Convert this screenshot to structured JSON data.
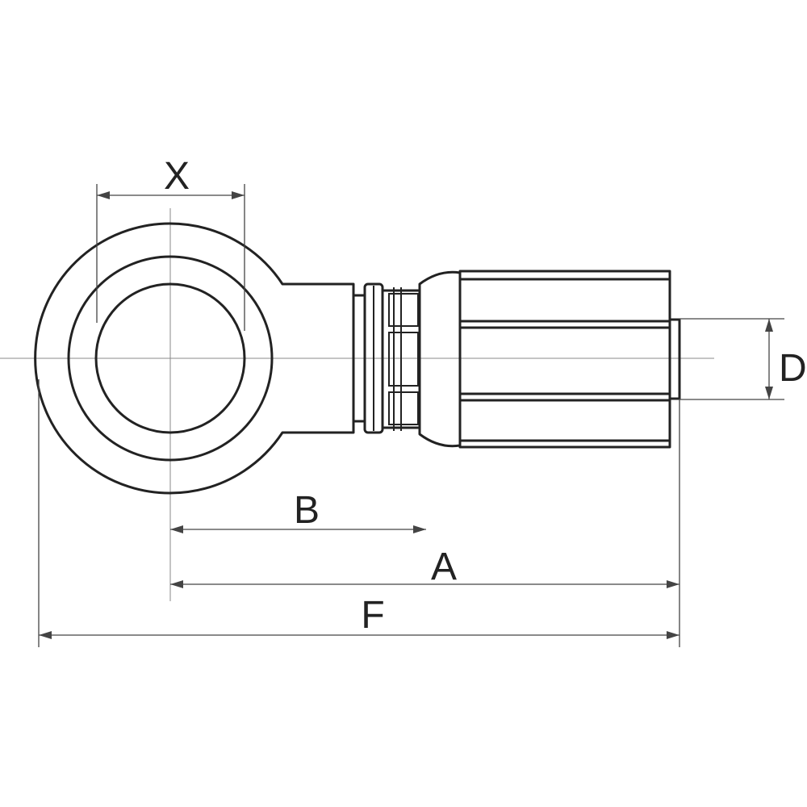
{
  "labels": {
    "x": "X",
    "d": "D",
    "b": "B",
    "a": "A",
    "f": "F"
  },
  "colors": {
    "line": "#222222",
    "dimension": "#444444",
    "centerline": "#888888",
    "background": "#ffffff"
  }
}
